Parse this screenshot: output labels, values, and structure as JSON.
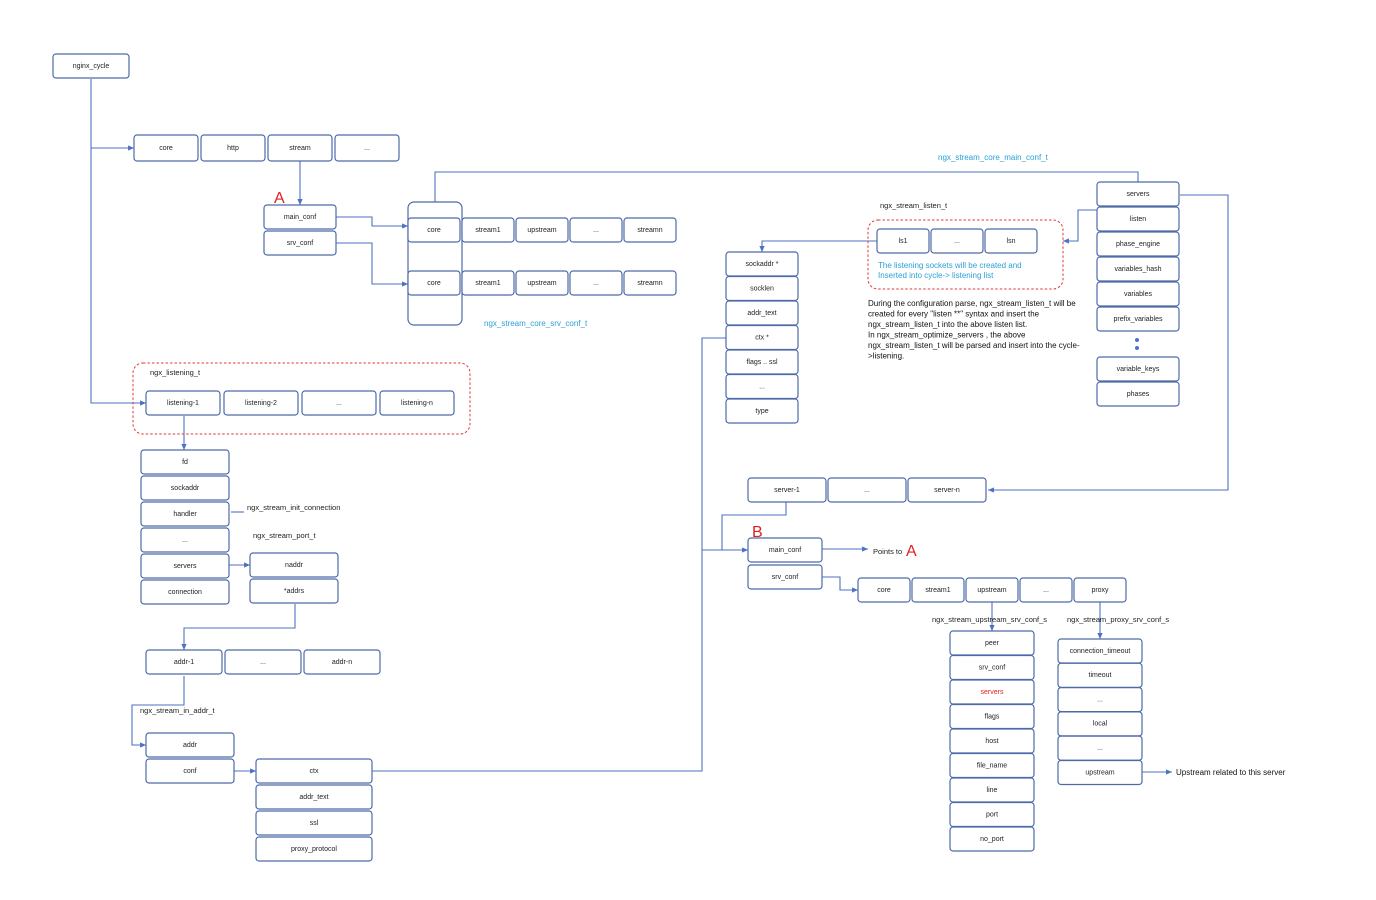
{
  "colors": {
    "border": "#4d6aa8",
    "edge": "#4e72c1",
    "dashed": "#e03a3a",
    "blue_label": "#2aa0d8",
    "marker": "#e02020"
  },
  "boxes": {
    "nginx_cycle": "nginx_cycle",
    "modules": [
      "core",
      "http",
      "stream",
      "..."
    ],
    "stream_conf": [
      "main_conf",
      "srv_conf"
    ],
    "main_row": [
      "core",
      "stream1",
      "upstream",
      "...",
      "streamn"
    ],
    "srv_row": [
      "core",
      "stream1",
      "upstream",
      "...",
      "streamn"
    ],
    "listening": [
      "listening-1",
      "listening-2",
      "...",
      "listening-n"
    ],
    "listening_fields": [
      "fd",
      "sockaddr",
      "handler",
      "...",
      "servers",
      "connection"
    ],
    "port": [
      "naddr",
      "*addrs"
    ],
    "addr": [
      "addr-1",
      "...",
      "addr-n"
    ],
    "in_addr": [
      "addr",
      "conf"
    ],
    "ctx_fields": [
      "ctx",
      "addr_text",
      "ssl",
      "proxy_protocol"
    ],
    "listen_fields": [
      "sockaddr *",
      "socklen",
      "addr_text",
      "ctx *",
      "flags .. ssl",
      "...",
      "type"
    ],
    "ls": [
      "ls1",
      "...",
      "lsn"
    ],
    "main_fields": [
      "servers",
      "listen",
      "phase_engine",
      "variables_hash",
      "variables",
      "prefix_variables"
    ],
    "main_fields2": [
      "variable_keys",
      "phases"
    ],
    "servers_row": [
      "server-1",
      "...",
      "server-n"
    ],
    "server_conf": [
      "main_conf",
      "srv_conf"
    ],
    "server_mods": [
      "core",
      "stream1",
      "upstream",
      "...",
      "proxy"
    ],
    "upstream_fields": [
      "peer",
      "srv_conf",
      "servers",
      "flags",
      "host",
      "file_name",
      "line",
      "port",
      "no_port"
    ],
    "proxy_fields": [
      "connection_timeout",
      "timeout",
      "...",
      "local",
      "...",
      "upstream"
    ]
  },
  "labels": {
    "A1": "A",
    "A2": "A",
    "B": "B",
    "points_to": "Points to",
    "core_main_conf": "ngx_stream_core_main_conf_t",
    "core_srv_conf": "ngx_stream_core_srv_conf_t",
    "listen_t": "ngx_stream_listen_t",
    "listening_t": "ngx_listening_t",
    "init_connection": "ngx_stream_init_connection",
    "port_t": "ngx_stream_port_t",
    "in_addr_t": "ngx_stream_in_addr_t",
    "upstream_srv_conf": "ngx_stream_upstream_srv_conf_s",
    "proxy_srv_conf": "ngx_stream_proxy_srv_conf_s",
    "upstream_related": "Upstream related to this server",
    "sockets_note": [
      "The listening sockets will be created and",
      "Inserted into cycle-> listening list"
    ],
    "parse_note": [
      "During the configuration parse, ngx_stream_listen_t will be",
      "created for every  \"listen  **\" syntax and insert the",
      "ngx_stream_listen_t into the above listen list.",
      "In ngx_stream_optimize_servers , the above",
      "ngx_stream_listen_t will be parsed and insert into the cycle-",
      ">listening."
    ]
  }
}
